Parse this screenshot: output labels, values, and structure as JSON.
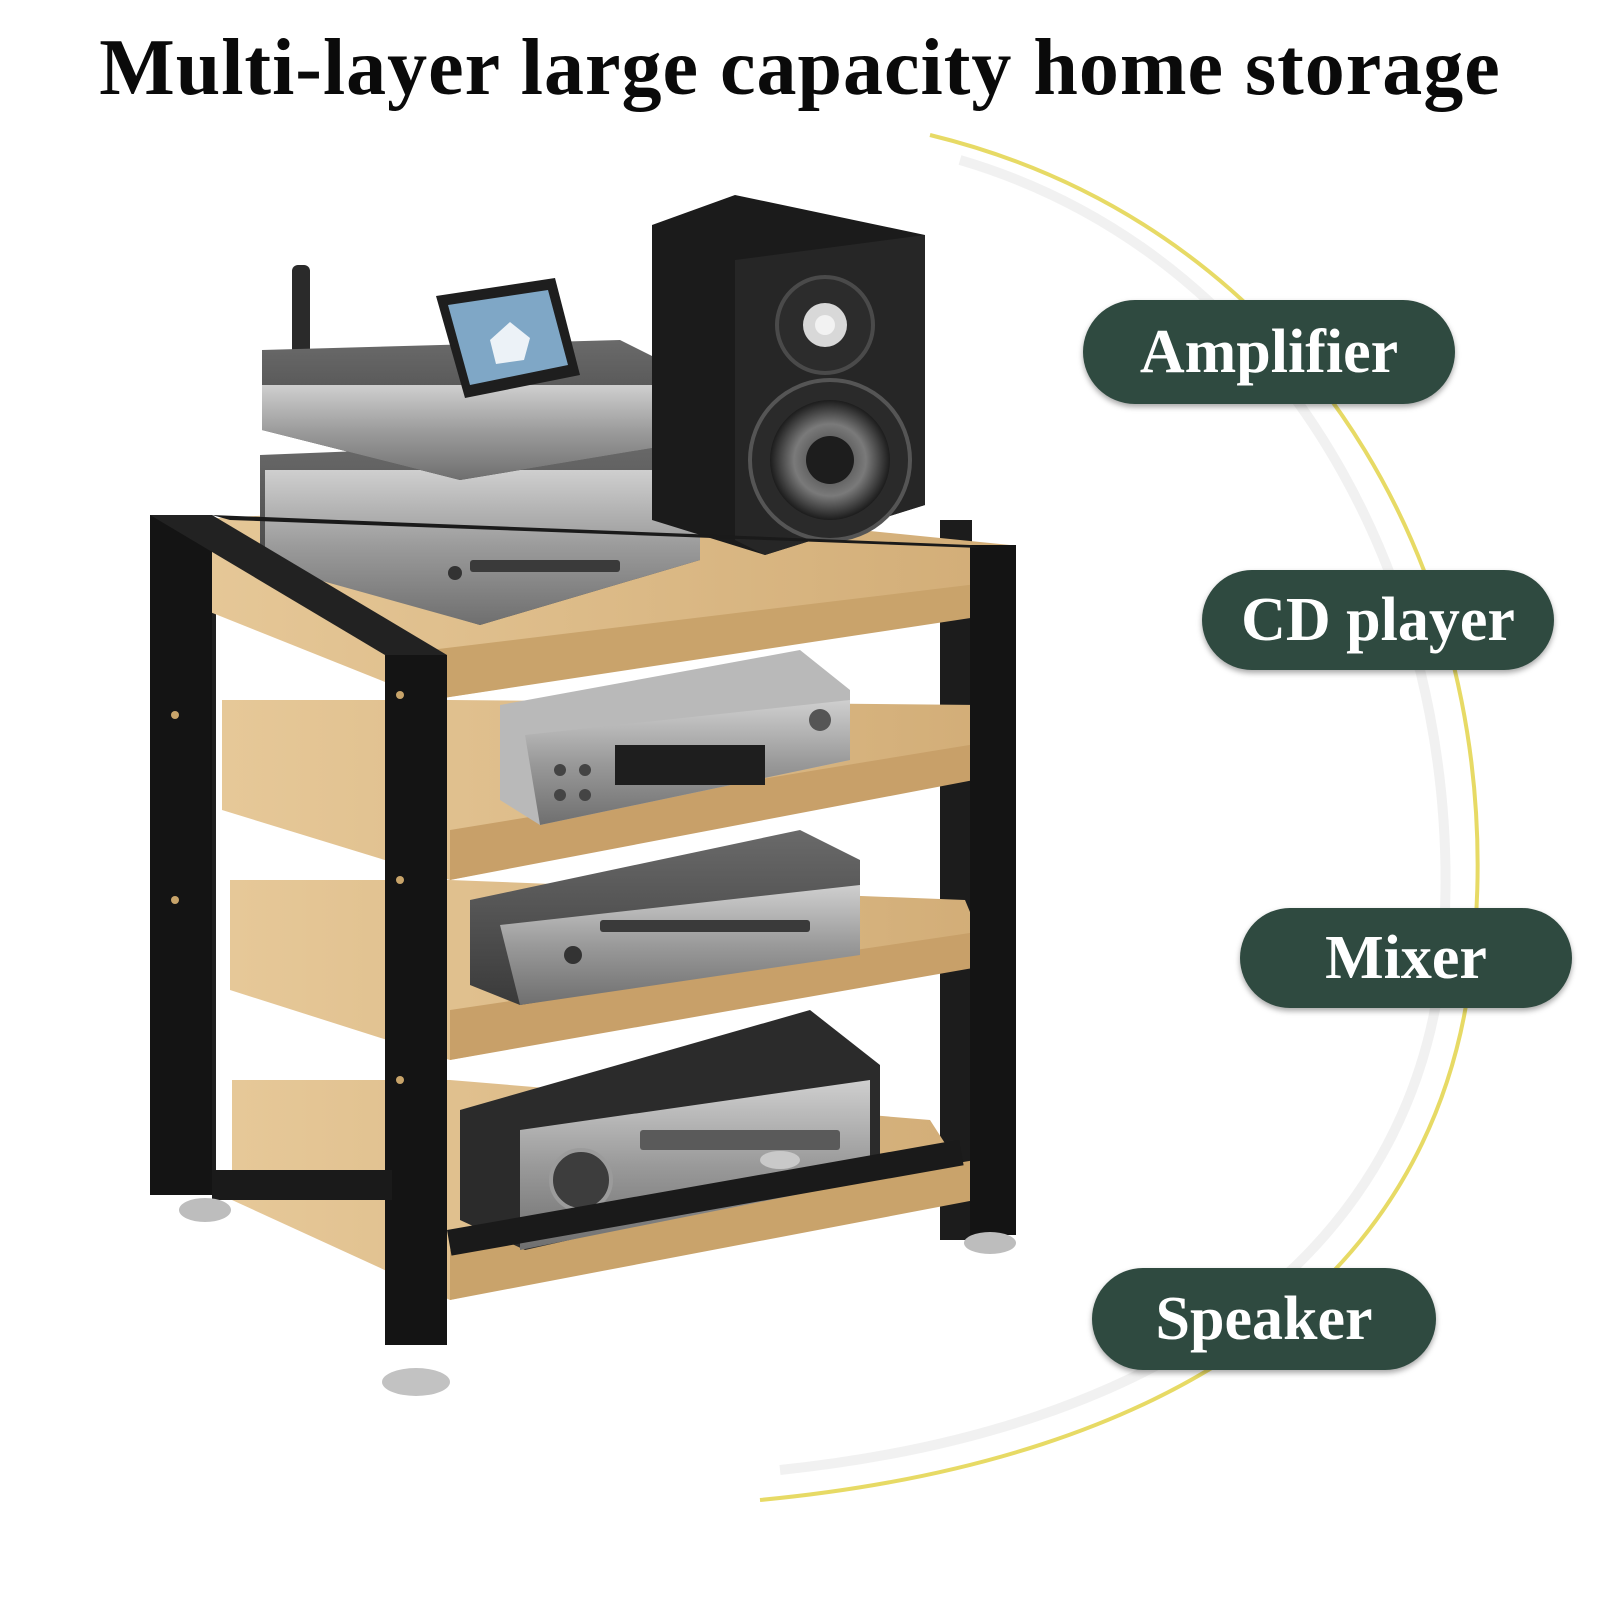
{
  "headline": "Multi-layer large capacity home storage",
  "labels": [
    {
      "text": "Amplifier"
    },
    {
      "text": "CD player"
    },
    {
      "text": "Mixer"
    },
    {
      "text": "Speaker"
    }
  ],
  "colors": {
    "pill": "#2f4a40",
    "frame": "#161616",
    "shelf": "#d9b98a",
    "arc": "#e3d34a"
  }
}
